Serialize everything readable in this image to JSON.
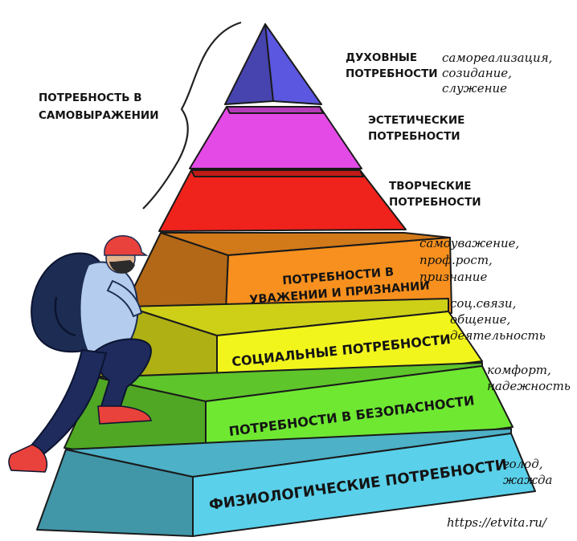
{
  "bracket_label": [
    "ПОТРЕБНОСТЬ В",
    "САМОВЫРАЖЕНИИ"
  ],
  "levels": [
    {
      "id": "spiritual",
      "title": [],
      "color": "#5b57e0",
      "side": "#3c38b6",
      "right_label": [
        "ДУХОВНЫЕ",
        "ПОТРЕБНОСТИ"
      ],
      "note": [
        "самореализация,",
        "созидание,",
        "служение"
      ]
    },
    {
      "id": "aesthetic",
      "title": [],
      "color": "#e44ae6",
      "side": "#b22ab3",
      "right_label": [
        "ЭСТЕТИЧЕСКИЕ",
        "ПОТРЕБНОСТИ"
      ],
      "note": []
    },
    {
      "id": "creative",
      "title": [],
      "color": "#f0221c",
      "side": "#b51510",
      "right_label": [
        "ТВОРЧЕСКИЕ",
        "ПОТРЕБНОСТИ"
      ],
      "note": []
    },
    {
      "id": "esteem",
      "title": [
        "ПОТРЕБНОСТИ В",
        "УВАЖЕНИИ И ПРИЗНАНИИ"
      ],
      "color": "#f7901e",
      "side": "#c46d0e",
      "right_label": [],
      "note": [
        "самоуважение,",
        "проф.рост,",
        "признание"
      ]
    },
    {
      "id": "social",
      "title": [
        "СОЦИАЛЬНЫЕ ПОТРЕБНОСТИ"
      ],
      "color": "#f2f51c",
      "side": "#c3c50e",
      "right_label": [],
      "note": [
        "соц.связи,",
        "общение,",
        "деятельность"
      ]
    },
    {
      "id": "safety",
      "title": [
        "ПОТРЕБНОСТИ В БЕЗОПАСНОСТИ"
      ],
      "color": "#6fe832",
      "side": "#46b51a",
      "right_label": [],
      "note": [
        "комфорт,",
        "надежность"
      ]
    },
    {
      "id": "physiological",
      "title": [
        "ФИЗИОЛОГИЧЕСКИЕ ПОТРЕБНОСТИ"
      ],
      "color": "#5ad0ea",
      "side": "#2ea3bd",
      "right_label": [],
      "note": [
        "голод,",
        "жажда"
      ]
    }
  ],
  "source_url": "https://etvita.ru/"
}
